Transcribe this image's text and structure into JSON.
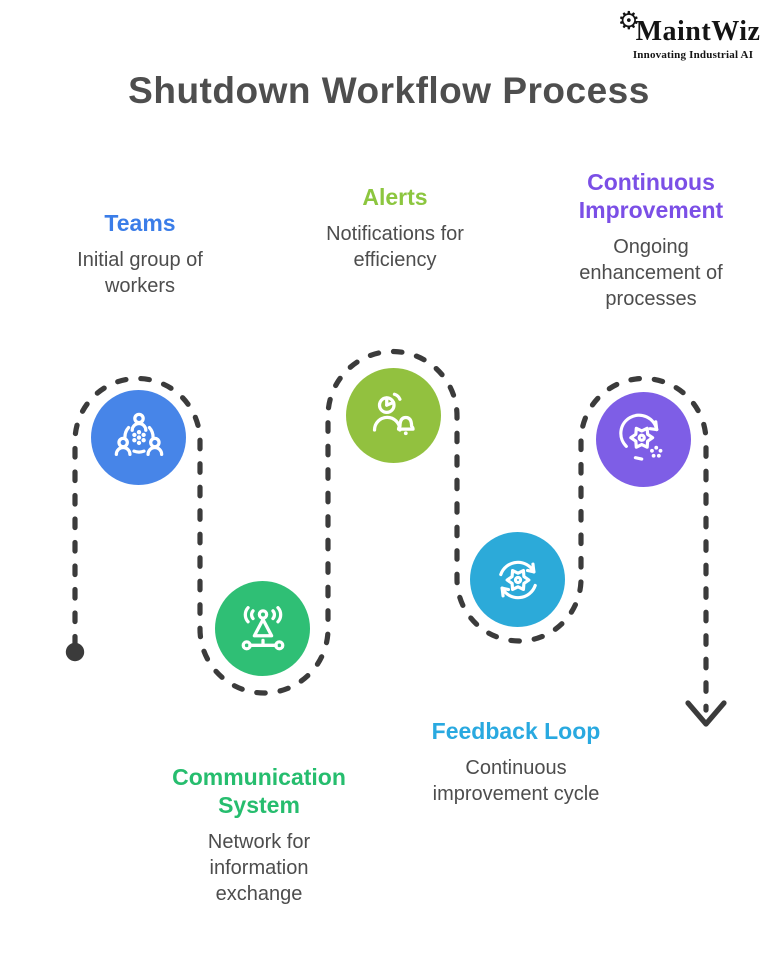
{
  "brand": {
    "name": "MaintWiz",
    "tagline": "Innovating Industrial AI",
    "gear_glyph": "⚙"
  },
  "title": "Shutdown Workflow Process",
  "steps": [
    {
      "heading": "Teams",
      "description": "Initial group of workers",
      "accent": "#3b7de8",
      "circle": "#4785e8",
      "icon": "team-collaboration-icon"
    },
    {
      "heading": "Communication System",
      "description": "Network for information exchange",
      "accent": "#26bd6e",
      "circle": "#2fbf75",
      "icon": "antenna-network-icon"
    },
    {
      "heading": "Alerts",
      "description": "Notifications for efficiency",
      "accent": "#8cc63f",
      "circle": "#92c13f",
      "icon": "person-bell-icon"
    },
    {
      "heading": "Feedback Loop",
      "description": "Continuous improvement cycle",
      "accent": "#29a9e0",
      "circle": "#2caad9",
      "icon": "gear-refresh-icon"
    },
    {
      "heading": "Continuous Improvement",
      "description": "Ongoing enhancement of processes",
      "accent": "#7b4fe6",
      "circle": "#7e5ee6",
      "icon": "gear-improvement-icon"
    }
  ],
  "path": {
    "color": "#3b3b3b",
    "start_marker": "dot",
    "end_marker": "down-arrow"
  }
}
